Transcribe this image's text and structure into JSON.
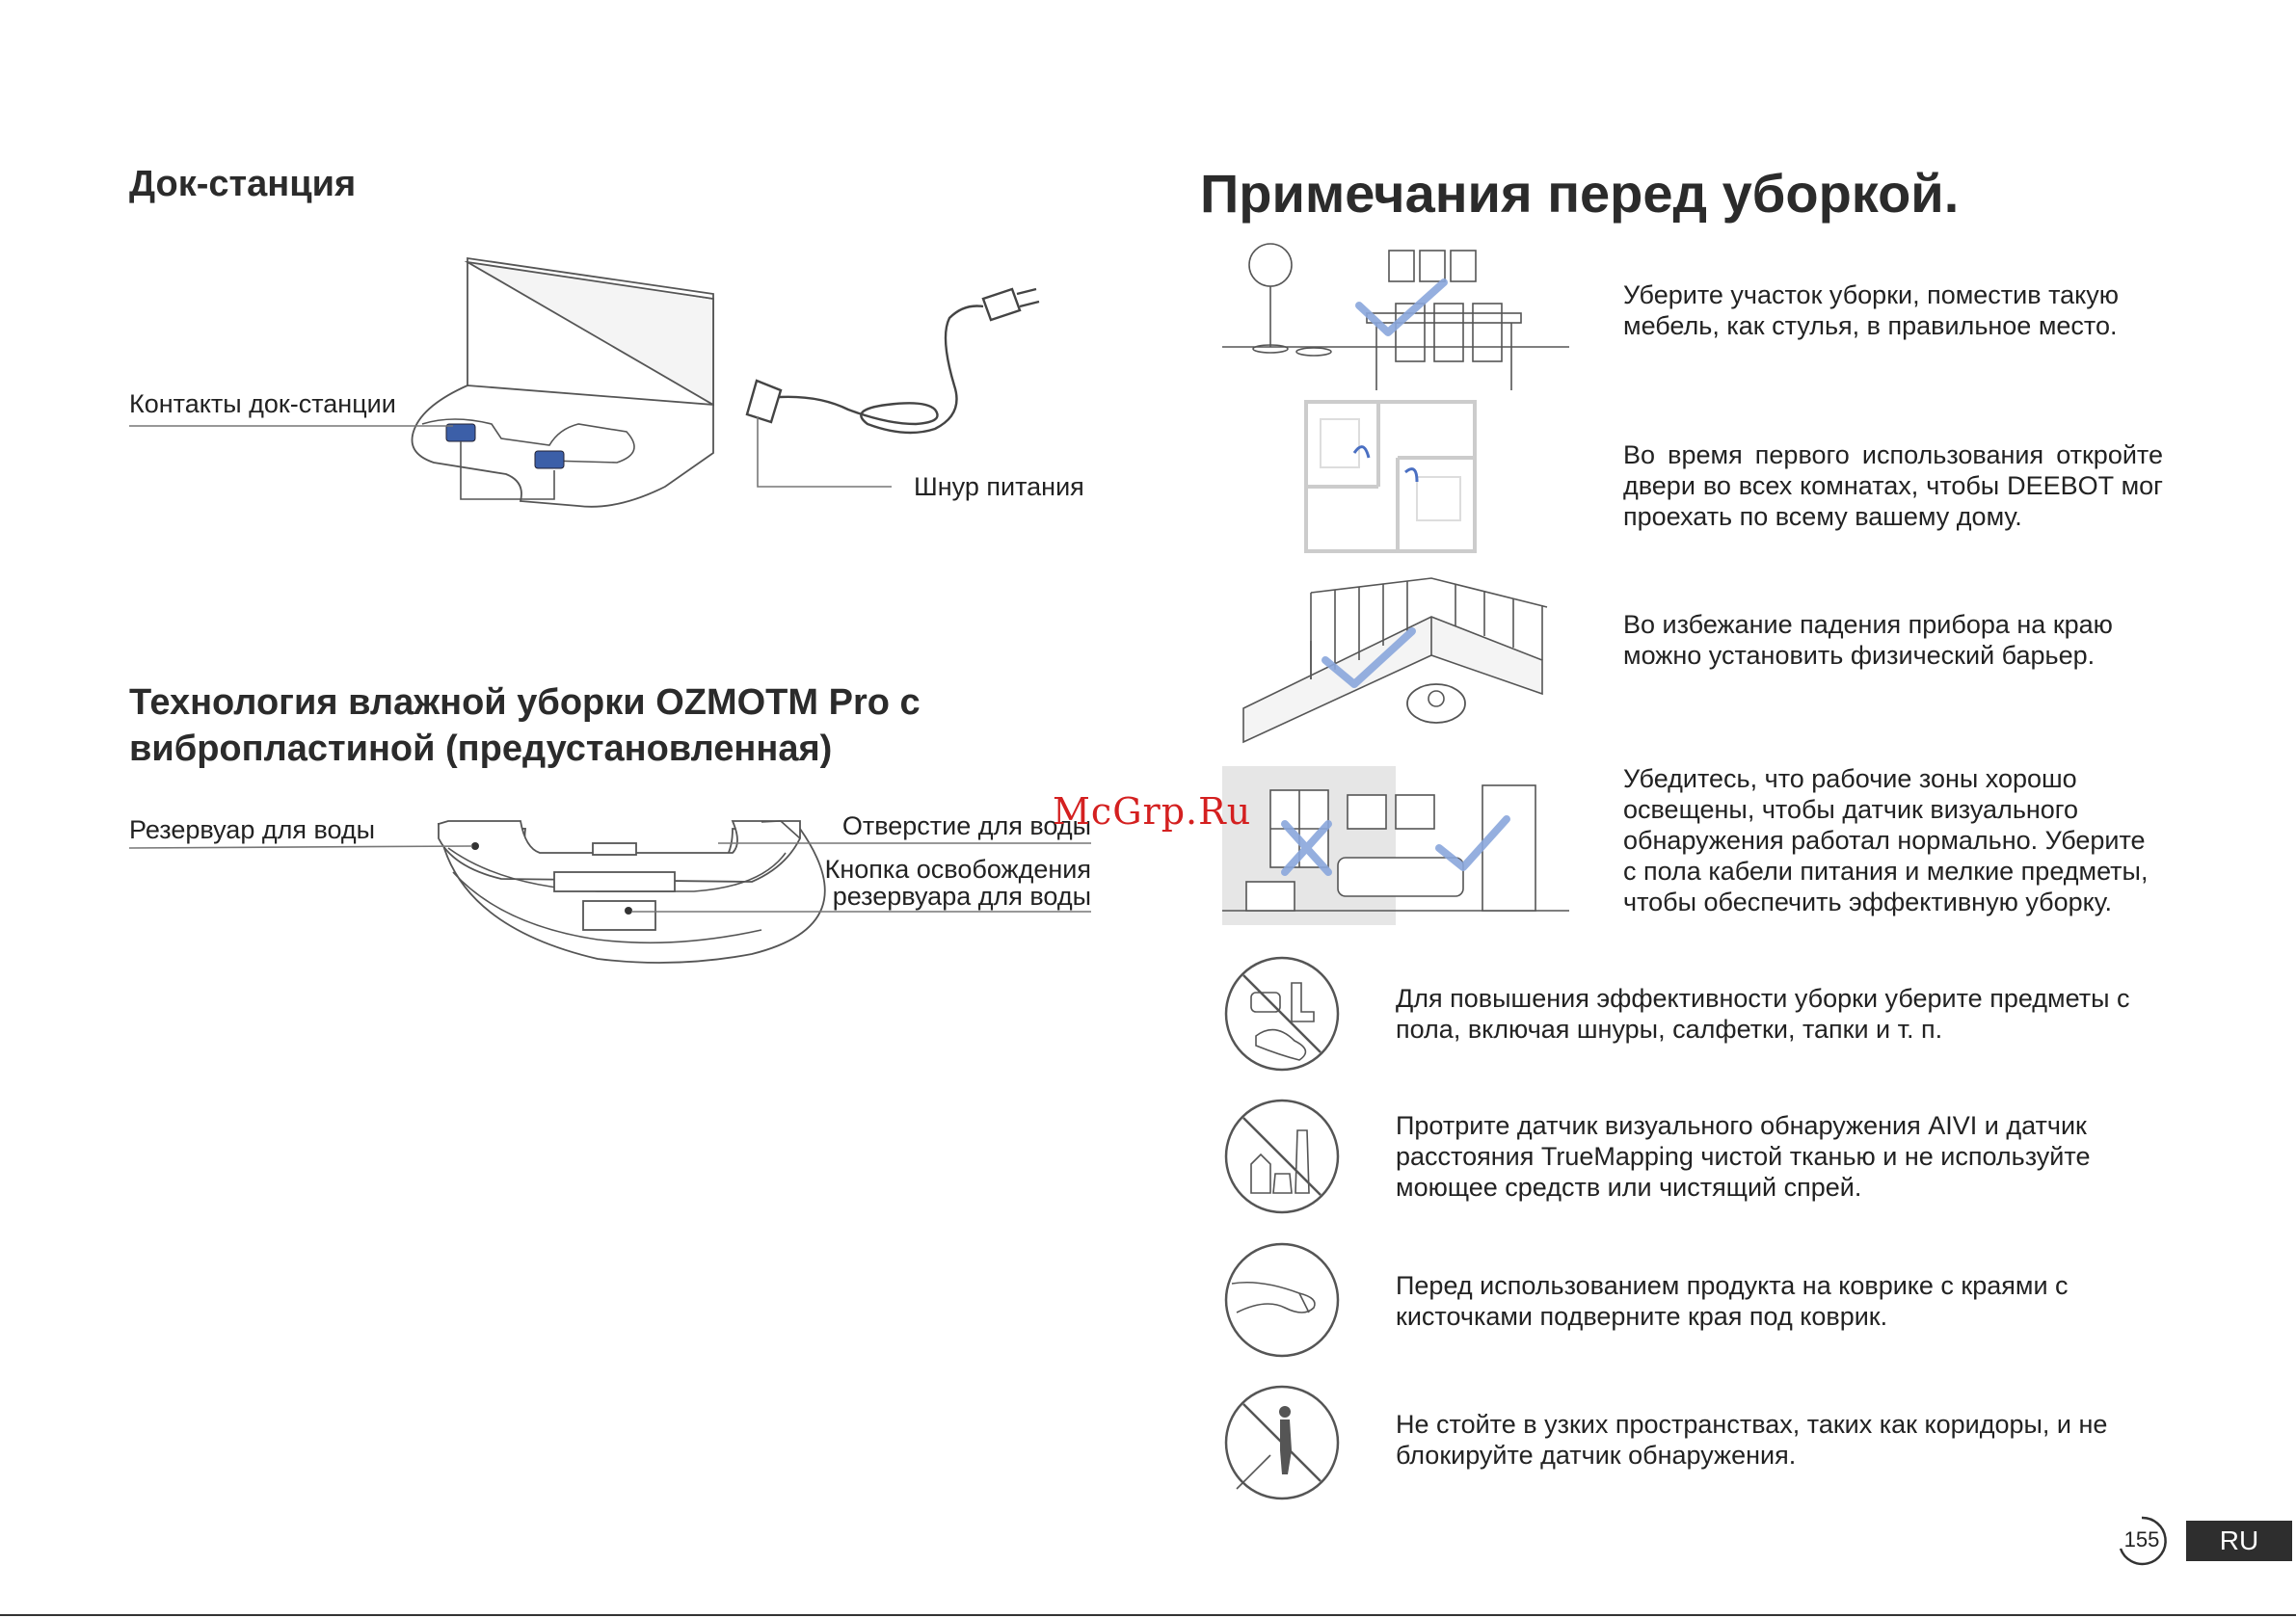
{
  "left": {
    "dock_title": "Док-станция",
    "dock_contacts_label": "Контакты док-станции",
    "power_cord_label": "Шнур питания",
    "mop_title_line1": "Технология влажной уборки OZMOTM Pro с",
    "mop_title_line2": "вибропластиной (предустановленная)",
    "water_tank_label": "Резервуар для воды",
    "water_hole_label": "Отверстие для воды",
    "release_button_line1": "Кнопка освобождения",
    "release_button_line2": "резервуара для воды"
  },
  "right": {
    "title": "Примечания перед уборкой.",
    "notes": [
      {
        "text": "Уберите участок уборки, поместив такую мебель, как стулья, в правильное место.",
        "icon": "furniture-illustration"
      },
      {
        "text": "Во время первого использования откройте двери во всех комнатах, чтобы DEEBOT мог проехать по всему вашему дому.",
        "icon": "floorplan-illustration"
      },
      {
        "text": "Во избежание падения прибора на краю можно установить физический барьер.",
        "icon": "stairs-barrier-illustration"
      },
      {
        "text": "Убедитесь, что рабочие зоны хорошо освещены, чтобы датчик визуального обнаружения работал нормально. Уберите с пола кабели питания и мелкие предметы, чтобы обеспечить эффективную уборку.",
        "icon": "lit-room-illustration"
      },
      {
        "text": "Для повышения эффективности уборки уберите предметы с пола, включая шнуры, салфетки, тапки и т. п.",
        "icon": "no-objects-icon"
      },
      {
        "text": "Протрите датчик визуального обнаружения AIVI и датчик расстояния TrueMapping чистой тканью и не используйте моющее средств или чистящий спрей.",
        "icon": "no-spray-icon"
      },
      {
        "text": "Перед использованием продукта на коврике с краями с кисточками подверните края под коврик.",
        "icon": "rug-fringe-icon"
      },
      {
        "text": "Не стойте в узких пространствах, таких как коридоры, и не блокируйте датчик обнаружения.",
        "icon": "no-standing-icon"
      }
    ]
  },
  "watermark": "McGrp.Ru",
  "page_number": "155",
  "language": "RU",
  "colors": {
    "check": "#8aa6dc",
    "watermark": "#d42020",
    "badge": "#2e2e2e"
  }
}
